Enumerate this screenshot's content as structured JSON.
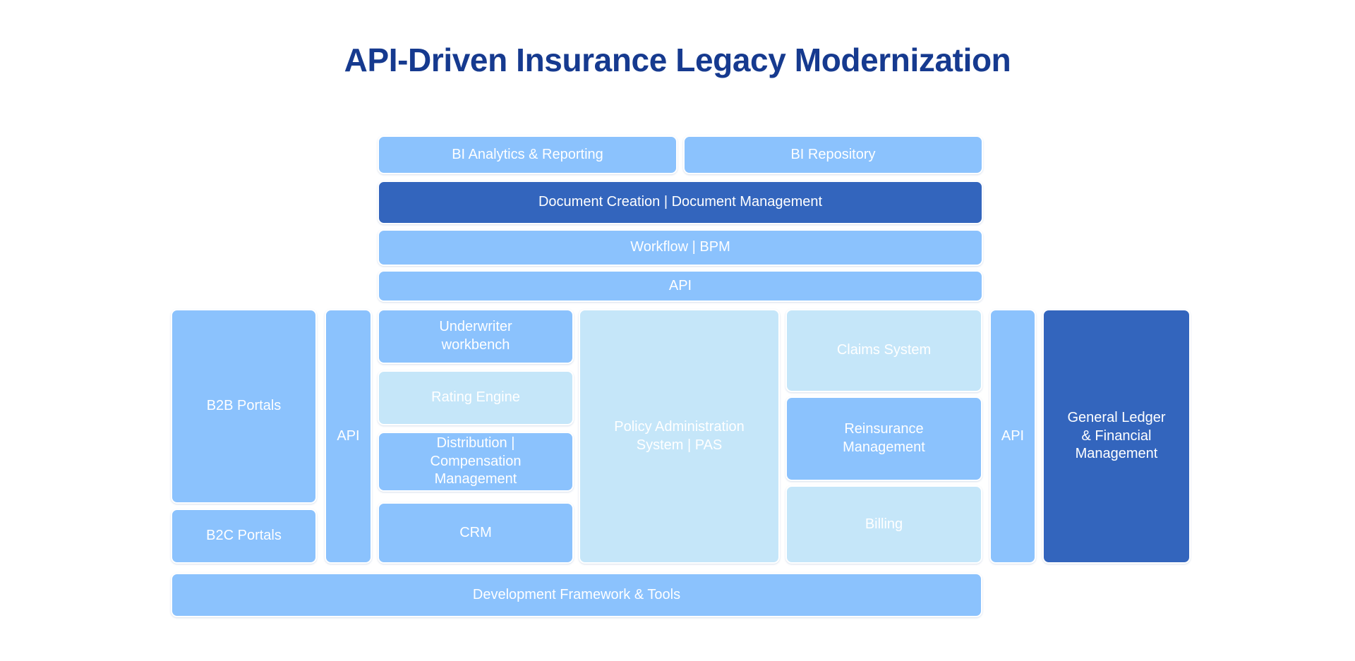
{
  "page": {
    "title": "API-Driven Insurance Legacy Modernization",
    "title_color": "#163a8f",
    "background": "#ffffff"
  },
  "palette": {
    "primary_blue": "#8bc2fd",
    "light_blue": "#c5e6f9",
    "dark_blue": "#3365bd",
    "label_color": "#ffffff"
  },
  "diagram": {
    "type": "block-architecture",
    "rows": {
      "bi_row": [
        {
          "id": "bi-analytics-reporting",
          "label": "BI Analytics & Reporting",
          "tone": "primary"
        },
        {
          "id": "bi-repository",
          "label": "BI Repository",
          "tone": "primary"
        }
      ],
      "document_layer": [
        {
          "id": "document-creation-management",
          "label": "Document Creation | Document Management",
          "tone": "dark"
        }
      ],
      "workflow_layer": [
        {
          "id": "workflow-bpm",
          "label": "Workflow | BPM",
          "tone": "primary"
        }
      ],
      "api_layer": [
        {
          "id": "api-top",
          "label": "API",
          "tone": "primary"
        }
      ],
      "core_grid": {
        "portals_column": [
          {
            "id": "b2b-portals",
            "label": "B2B Portals",
            "tone": "primary"
          },
          {
            "id": "b2c-portals",
            "label": "B2C Portals",
            "tone": "primary"
          }
        ],
        "api_left": {
          "id": "api-left",
          "label": "API",
          "tone": "primary"
        },
        "front_office_column": [
          {
            "id": "underwriter-workbench",
            "label": "Underwriter\nworkbench",
            "tone": "primary"
          },
          {
            "id": "rating-engine",
            "label": "Rating Engine",
            "tone": "light"
          },
          {
            "id": "distribution-compensation-management",
            "label": "Distribution |\nCompensation\nManagement",
            "tone": "primary"
          },
          {
            "id": "crm",
            "label": "CRM",
            "tone": "primary"
          }
        ],
        "core_system": {
          "id": "policy-administration-system",
          "label": "Policy Administration\nSystem | PAS",
          "tone": "light"
        },
        "claims_column": [
          {
            "id": "claims-system",
            "label": "Claims System",
            "tone": "light"
          },
          {
            "id": "reinsurance-management",
            "label": "Reinsurance\nManagement",
            "tone": "primary"
          },
          {
            "id": "billing",
            "label": "Billing",
            "tone": "light"
          }
        ],
        "api_right": {
          "id": "api-right",
          "label": "API",
          "tone": "primary"
        },
        "finance": {
          "id": "general-ledger-financial-management",
          "label": "General Ledger\n& Financial\nManagement",
          "tone": "dark"
        }
      },
      "foundation": [
        {
          "id": "development-framework-tools",
          "label": "Development Framework & Tools",
          "tone": "primary"
        }
      ]
    }
  }
}
